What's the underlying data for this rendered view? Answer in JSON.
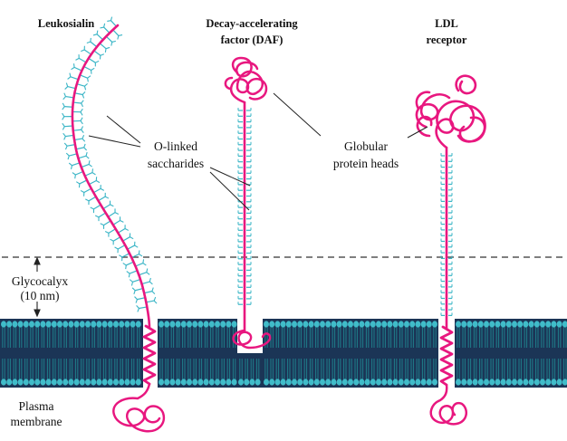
{
  "titles": {
    "leukosialin": "Leukosialin",
    "daf_line1": "Decay-accelerating",
    "daf_line2": "factor (DAF)",
    "ldl_line1": "LDL",
    "ldl_line2": "receptor"
  },
  "labels": {
    "olinked_line1": "O-linked",
    "olinked_line2": "saccharides",
    "globular_line1": "Globular",
    "globular_line2": "protein heads",
    "glycocalyx_line1": "Glycocalyx",
    "glycocalyx_line2": "(10 nm)",
    "membrane_line1": "Plasma",
    "membrane_line2": "membrane"
  },
  "colors": {
    "protein": "#e8177f",
    "saccharide": "#3ab5c6",
    "lipid_head": "#40bcc9",
    "lipid_tail": "#1e7d8a",
    "membrane_bg": "#1b3556",
    "leader": "#222222"
  }
}
